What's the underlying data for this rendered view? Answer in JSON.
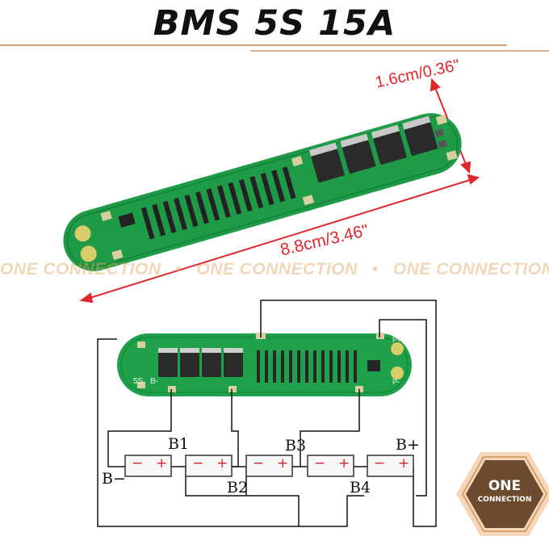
{
  "title": "BMS 5S 15A",
  "dimensions": {
    "width": "1.6cm/0.36\"",
    "length": "8.8cm/3.46\""
  },
  "watermark": {
    "text": "ONE CONNECTION",
    "separator": "•"
  },
  "wiring_labels": {
    "b1": "B1",
    "b2": "B2",
    "b3": "B3",
    "b4": "B4",
    "b_plus": "B+",
    "b_minus": "B−"
  },
  "cell_polarity": {
    "minus": "−",
    "plus": "+"
  },
  "board_silkscreen": {
    "cells": "5S",
    "b_minus": "B-",
    "p_plus": "P+",
    "p_minus": "P-"
  },
  "logo": {
    "line1": "ONE",
    "line2": "CONNECTION"
  },
  "colors": {
    "pcb_green": "#1fa04a",
    "dimension_red": "#e0272d",
    "accent_tan": "#d2a071",
    "logo_brown": "#6b4a2e"
  }
}
